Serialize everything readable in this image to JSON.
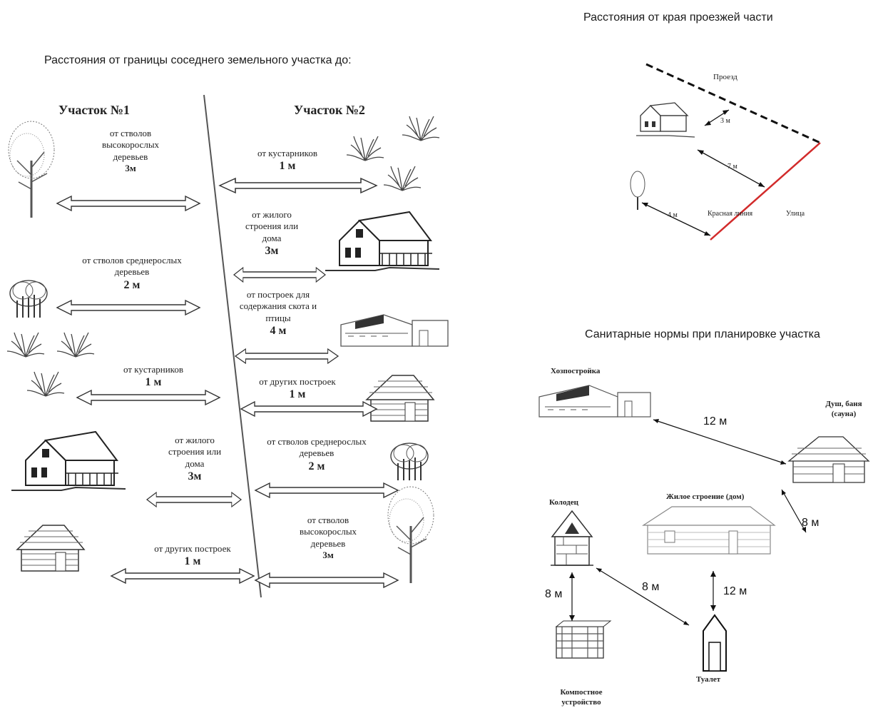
{
  "headings": {
    "left": "Расстояния от границы соседнего земельного участка до:",
    "road": "Расстояния от края проезжей части",
    "sanitary": "Санитарные нормы при планировке участка"
  },
  "plot": {
    "plot1_title": "Участок №1",
    "plot2_title": "Участок №2",
    "left_items": [
      {
        "label": "от стволов высокорослых деревьев",
        "value": "3м"
      },
      {
        "label": "от стволов среднерослых деревьев",
        "value": "2 м"
      },
      {
        "label": "от кустарников",
        "value": "1 м"
      },
      {
        "label": "от жилого строения или дома",
        "value": "3м"
      },
      {
        "label": "от других построек",
        "value": "1 м"
      }
    ],
    "right_items": [
      {
        "label": "от кустарников",
        "value": "1 м"
      },
      {
        "label": "от жилого строения или дома",
        "value": "3м"
      },
      {
        "label": "от построек для содержания скота и птицы",
        "value": "4 м"
      },
      {
        "label": "от других построек",
        "value": "1 м"
      },
      {
        "label": "от стволов среднерослых деревьев",
        "value": "2 м"
      },
      {
        "label": "от стволов высокорослых деревьев",
        "value": "3м"
      }
    ]
  },
  "road": {
    "drive_label": "Проезд",
    "red_line_label": "Красная линия",
    "street_label": "Улица",
    "dist_house_drive": "3 м",
    "dist_house_red": "7 м",
    "dist_tree_red": "4 м"
  },
  "sanitary": {
    "outbuilding": "Хозпостройка",
    "bath": "Душ, баня (сауна)",
    "well": "Колодец",
    "house": "Жилое строение (дом)",
    "compost": "Компостное устройство",
    "toilet": "Туалет",
    "d_outbuilding_bath": "12 м",
    "d_house_bath": "8 м",
    "d_well_compost": "8 м",
    "d_well_toilet": "8 м",
    "d_house_toilet": "12 м"
  },
  "colors": {
    "red_line": "#d22b2b",
    "ink": "#222222"
  }
}
